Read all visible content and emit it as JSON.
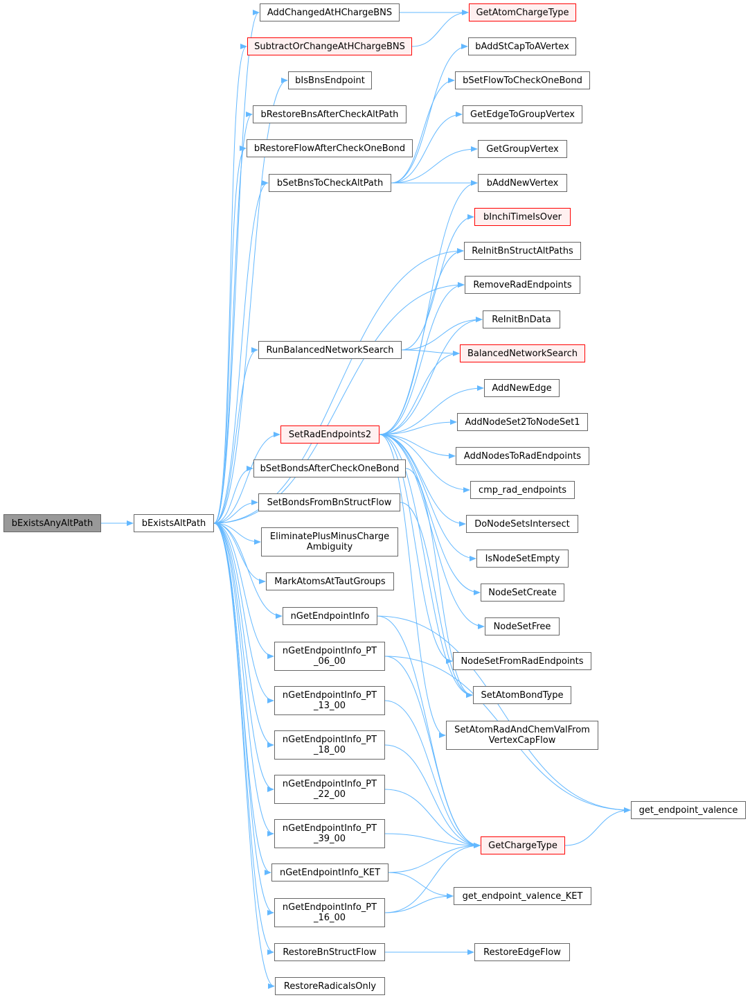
{
  "colors": {
    "edge": "#63b8ff",
    "node_border": "#666666",
    "truncated_border": "#ff0000",
    "truncated_fill": "#fff0f0",
    "current_fill": "#999999"
  },
  "nodes": [
    {
      "id": "bExistsAnyAltPath",
      "label": "bExistsAnyAltPath",
      "type": "current"
    },
    {
      "id": "bExistsAltPath",
      "label": "bExistsAltPath",
      "type": "normal"
    },
    {
      "id": "AddChangedAtHChargeBNS",
      "label": "AddChangedAtHChargeBNS",
      "type": "normal"
    },
    {
      "id": "SubtractOrChangeAtHChargeBNS",
      "label": "SubtractOrChangeAtHChargeBNS",
      "type": "truncated"
    },
    {
      "id": "bIsBnsEndpoint",
      "label": "bIsBnsEndpoint",
      "type": "normal"
    },
    {
      "id": "bRestoreBnsAfterCheckAltPath",
      "label": "bRestoreBnsAfterCheckAltPath",
      "type": "normal"
    },
    {
      "id": "bRestoreFlowAfterCheckOneBond",
      "label": "bRestoreFlowAfterCheckOneBond",
      "type": "normal"
    },
    {
      "id": "bSetBnsToCheckAltPath",
      "label": "bSetBnsToCheckAltPath",
      "type": "normal"
    },
    {
      "id": "RunBalancedNetworkSearch",
      "label": "RunBalancedNetworkSearch",
      "type": "normal"
    },
    {
      "id": "SetRadEndpoints2",
      "label": "SetRadEndpoints2",
      "type": "truncated"
    },
    {
      "id": "bSetBondsAfterCheckOneBond",
      "label": "bSetBondsAfterCheckOneBond",
      "type": "normal"
    },
    {
      "id": "SetBondsFromBnStructFlow",
      "label": "SetBondsFromBnStructFlow",
      "type": "normal"
    },
    {
      "id": "EliminatePlusMinusChargeAmbiguity",
      "label": "EliminatePlusMinusCharge\nAmbiguity",
      "type": "normal"
    },
    {
      "id": "MarkAtomsAtTautGroups",
      "label": "MarkAtomsAtTautGroups",
      "type": "normal"
    },
    {
      "id": "nGetEndpointInfo",
      "label": "nGetEndpointInfo",
      "type": "normal"
    },
    {
      "id": "nGetEndpointInfo_PT_06_00",
      "label": "nGetEndpointInfo_PT\n_06_00",
      "type": "normal"
    },
    {
      "id": "nGetEndpointInfo_PT_13_00",
      "label": "nGetEndpointInfo_PT\n_13_00",
      "type": "normal"
    },
    {
      "id": "nGetEndpointInfo_PT_18_00",
      "label": "nGetEndpointInfo_PT\n_18_00",
      "type": "normal"
    },
    {
      "id": "nGetEndpointInfo_PT_22_00",
      "label": "nGetEndpointInfo_PT\n_22_00",
      "type": "normal"
    },
    {
      "id": "nGetEndpointInfo_PT_39_00",
      "label": "nGetEndpointInfo_PT\n_39_00",
      "type": "normal"
    },
    {
      "id": "nGetEndpointInfo_KET",
      "label": "nGetEndpointInfo_KET",
      "type": "normal"
    },
    {
      "id": "nGetEndpointInfo_PT_16_00",
      "label": "nGetEndpointInfo_PT\n_16_00",
      "type": "normal"
    },
    {
      "id": "RestoreBnStructFlow",
      "label": "RestoreBnStructFlow",
      "type": "normal"
    },
    {
      "id": "RestoreRadicalsOnly",
      "label": "RestoreRadicalsOnly",
      "type": "normal"
    },
    {
      "id": "GetAtomChargeType",
      "label": "GetAtomChargeType",
      "type": "truncated"
    },
    {
      "id": "bAddStCapToAVertex",
      "label": "bAddStCapToAVertex",
      "type": "normal"
    },
    {
      "id": "bSetFlowToCheckOneBond",
      "label": "bSetFlowToCheckOneBond",
      "type": "normal"
    },
    {
      "id": "GetEdgeToGroupVertex",
      "label": "GetEdgeToGroupVertex",
      "type": "normal"
    },
    {
      "id": "GetGroupVertex",
      "label": "GetGroupVertex",
      "type": "normal"
    },
    {
      "id": "bAddNewVertex",
      "label": "bAddNewVertex",
      "type": "normal"
    },
    {
      "id": "bInchiTimeIsOver",
      "label": "bInchiTimeIsOver",
      "type": "truncated"
    },
    {
      "id": "ReInitBnStructAltPaths",
      "label": "ReInitBnStructAltPaths",
      "type": "normal"
    },
    {
      "id": "RemoveRadEndpoints",
      "label": "RemoveRadEndpoints",
      "type": "normal"
    },
    {
      "id": "ReInitBnData",
      "label": "ReInitBnData",
      "type": "normal"
    },
    {
      "id": "BalancedNetworkSearch",
      "label": "BalancedNetworkSearch",
      "type": "truncated"
    },
    {
      "id": "AddNewEdge",
      "label": "AddNewEdge",
      "type": "normal"
    },
    {
      "id": "AddNodeSet2ToNodeSet1",
      "label": "AddNodeSet2ToNodeSet1",
      "type": "normal"
    },
    {
      "id": "AddNodesToRadEndpoints",
      "label": "AddNodesToRadEndpoints",
      "type": "normal"
    },
    {
      "id": "cmp_rad_endpoints",
      "label": "cmp_rad_endpoints",
      "type": "normal"
    },
    {
      "id": "DoNodeSetsIntersect",
      "label": "DoNodeSetsIntersect",
      "type": "normal"
    },
    {
      "id": "IsNodeSetEmpty",
      "label": "IsNodeSetEmpty",
      "type": "normal"
    },
    {
      "id": "NodeSetCreate",
      "label": "NodeSetCreate",
      "type": "normal"
    },
    {
      "id": "NodeSetFree",
      "label": "NodeSetFree",
      "type": "normal"
    },
    {
      "id": "NodeSetFromRadEndpoints",
      "label": "NodeSetFromRadEndpoints",
      "type": "normal"
    },
    {
      "id": "SetAtomBondType",
      "label": "SetAtomBondType",
      "type": "normal"
    },
    {
      "id": "SetAtomRadAndChemValFromVertexCapFlow",
      "label": "SetAtomRadAndChemValFrom\nVertexCapFlow",
      "type": "normal"
    },
    {
      "id": "get_endpoint_valence",
      "label": "get_endpoint_valence",
      "type": "normal"
    },
    {
      "id": "GetChargeType",
      "label": "GetChargeType",
      "type": "truncated"
    },
    {
      "id": "get_endpoint_valence_KET",
      "label": "get_endpoint_valence_KET",
      "type": "normal"
    },
    {
      "id": "RestoreEdgeFlow",
      "label": "RestoreEdgeFlow",
      "type": "normal"
    }
  ],
  "edges": [
    [
      "bExistsAnyAltPath",
      "bExistsAltPath"
    ],
    [
      "bExistsAltPath",
      "AddChangedAtHChargeBNS"
    ],
    [
      "bExistsAltPath",
      "SubtractOrChangeAtHChargeBNS"
    ],
    [
      "bExistsAltPath",
      "bIsBnsEndpoint"
    ],
    [
      "bExistsAltPath",
      "bRestoreBnsAfterCheckAltPath"
    ],
    [
      "bExistsAltPath",
      "bRestoreFlowAfterCheckOneBond"
    ],
    [
      "bExistsAltPath",
      "bSetBnsToCheckAltPath"
    ],
    [
      "bExistsAltPath",
      "ReInitBnStructAltPaths"
    ],
    [
      "bExistsAltPath",
      "RemoveRadEndpoints"
    ],
    [
      "bExistsAltPath",
      "RunBalancedNetworkSearch"
    ],
    [
      "bExistsAltPath",
      "SetRadEndpoints2"
    ],
    [
      "bExistsAltPath",
      "bSetBondsAfterCheckOneBond"
    ],
    [
      "bExistsAltPath",
      "SetBondsFromBnStructFlow"
    ],
    [
      "bExistsAltPath",
      "EliminatePlusMinusChargeAmbiguity"
    ],
    [
      "bExistsAltPath",
      "MarkAtomsAtTautGroups"
    ],
    [
      "bExistsAltPath",
      "nGetEndpointInfo"
    ],
    [
      "bExistsAltPath",
      "nGetEndpointInfo_PT_06_00"
    ],
    [
      "bExistsAltPath",
      "nGetEndpointInfo_PT_13_00"
    ],
    [
      "bExistsAltPath",
      "nGetEndpointInfo_PT_18_00"
    ],
    [
      "bExistsAltPath",
      "nGetEndpointInfo_PT_22_00"
    ],
    [
      "bExistsAltPath",
      "nGetEndpointInfo_PT_39_00"
    ],
    [
      "bExistsAltPath",
      "nGetEndpointInfo_KET"
    ],
    [
      "bExistsAltPath",
      "nGetEndpointInfo_PT_16_00"
    ],
    [
      "bExistsAltPath",
      "RestoreBnStructFlow"
    ],
    [
      "bExistsAltPath",
      "RestoreRadicalsOnly"
    ],
    [
      "AddChangedAtHChargeBNS",
      "GetAtomChargeType"
    ],
    [
      "SubtractOrChangeAtHChargeBNS",
      "GetAtomChargeType"
    ],
    [
      "bSetBnsToCheckAltPath",
      "bAddStCapToAVertex"
    ],
    [
      "bSetBnsToCheckAltPath",
      "bSetFlowToCheckOneBond"
    ],
    [
      "bSetBnsToCheckAltPath",
      "GetEdgeToGroupVertex"
    ],
    [
      "bSetBnsToCheckAltPath",
      "GetGroupVertex"
    ],
    [
      "bSetBnsToCheckAltPath",
      "bAddNewVertex"
    ],
    [
      "RunBalancedNetworkSearch",
      "bInchiTimeIsOver"
    ],
    [
      "RunBalancedNetworkSearch",
      "ReInitBnData"
    ],
    [
      "RunBalancedNetworkSearch",
      "BalancedNetworkSearch"
    ],
    [
      "SetRadEndpoints2",
      "bAddNewVertex"
    ],
    [
      "SetRadEndpoints2",
      "ReInitBnStructAltPaths"
    ],
    [
      "SetRadEndpoints2",
      "RemoveRadEndpoints"
    ],
    [
      "SetRadEndpoints2",
      "ReInitBnData"
    ],
    [
      "SetRadEndpoints2",
      "BalancedNetworkSearch"
    ],
    [
      "SetRadEndpoints2",
      "AddNewEdge"
    ],
    [
      "SetRadEndpoints2",
      "AddNodeSet2ToNodeSet1"
    ],
    [
      "SetRadEndpoints2",
      "AddNodesToRadEndpoints"
    ],
    [
      "SetRadEndpoints2",
      "cmp_rad_endpoints"
    ],
    [
      "SetRadEndpoints2",
      "DoNodeSetsIntersect"
    ],
    [
      "SetRadEndpoints2",
      "IsNodeSetEmpty"
    ],
    [
      "SetRadEndpoints2",
      "NodeSetCreate"
    ],
    [
      "SetRadEndpoints2",
      "NodeSetFree"
    ],
    [
      "SetRadEndpoints2",
      "NodeSetFromRadEndpoints"
    ],
    [
      "SetRadEndpoints2",
      "SetAtomBondType"
    ],
    [
      "SetRadEndpoints2",
      "SetAtomRadAndChemValFromVertexCapFlow"
    ],
    [
      "bSetBondsAfterCheckOneBond",
      "SetAtomBondType"
    ],
    [
      "SetBondsFromBnStructFlow",
      "SetAtomBondType"
    ],
    [
      "nGetEndpointInfo",
      "get_endpoint_valence"
    ],
    [
      "nGetEndpointInfo",
      "GetChargeType"
    ],
    [
      "nGetEndpointInfo_PT_06_00",
      "get_endpoint_valence"
    ],
    [
      "nGetEndpointInfo_PT_06_00",
      "GetChargeType"
    ],
    [
      "nGetEndpointInfo_PT_13_00",
      "GetChargeType"
    ],
    [
      "nGetEndpointInfo_PT_18_00",
      "GetChargeType"
    ],
    [
      "nGetEndpointInfo_PT_22_00",
      "GetChargeType"
    ],
    [
      "nGetEndpointInfo_PT_39_00",
      "GetChargeType"
    ],
    [
      "nGetEndpointInfo_KET",
      "GetChargeType"
    ],
    [
      "nGetEndpointInfo_KET",
      "get_endpoint_valence_KET"
    ],
    [
      "nGetEndpointInfo_PT_16_00",
      "GetChargeType"
    ],
    [
      "nGetEndpointInfo_PT_16_00",
      "get_endpoint_valence_KET"
    ],
    [
      "GetChargeType",
      "get_endpoint_valence"
    ],
    [
      "RestoreBnStructFlow",
      "RestoreEdgeFlow"
    ]
  ]
}
